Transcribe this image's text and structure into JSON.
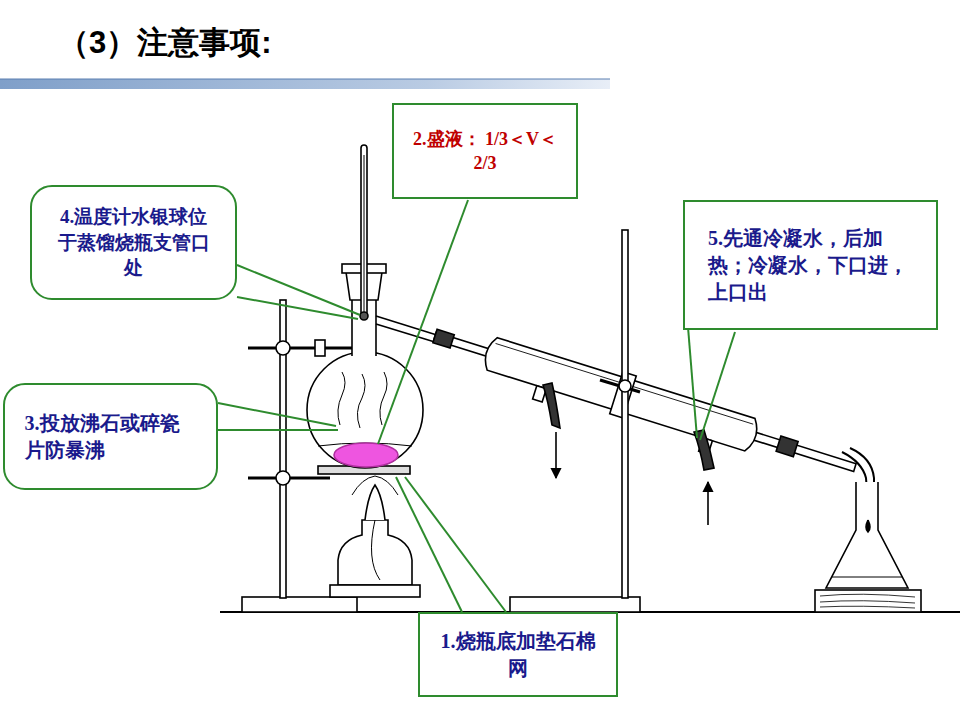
{
  "diagram": {
    "title": "（3）注意事项:",
    "nodes": [
      {
        "text": [
          "2.盛液： 1/3＜V＜2/3"
        ]
      },
      {
        "text": [
          "4.温度计水银球位于蒸馏烧瓶支管口处"
        ]
      },
      {
        "text": [
          "5.先通冷凝水，后加热；冷凝水，下口进，上口出"
        ]
      },
      {
        "text": [
          "3.投放沸石或碎瓷片防暴沸"
        ]
      },
      {
        "text": [
          "1.烧瓶底加垫石棉网"
        ]
      }
    ]
  }
}
